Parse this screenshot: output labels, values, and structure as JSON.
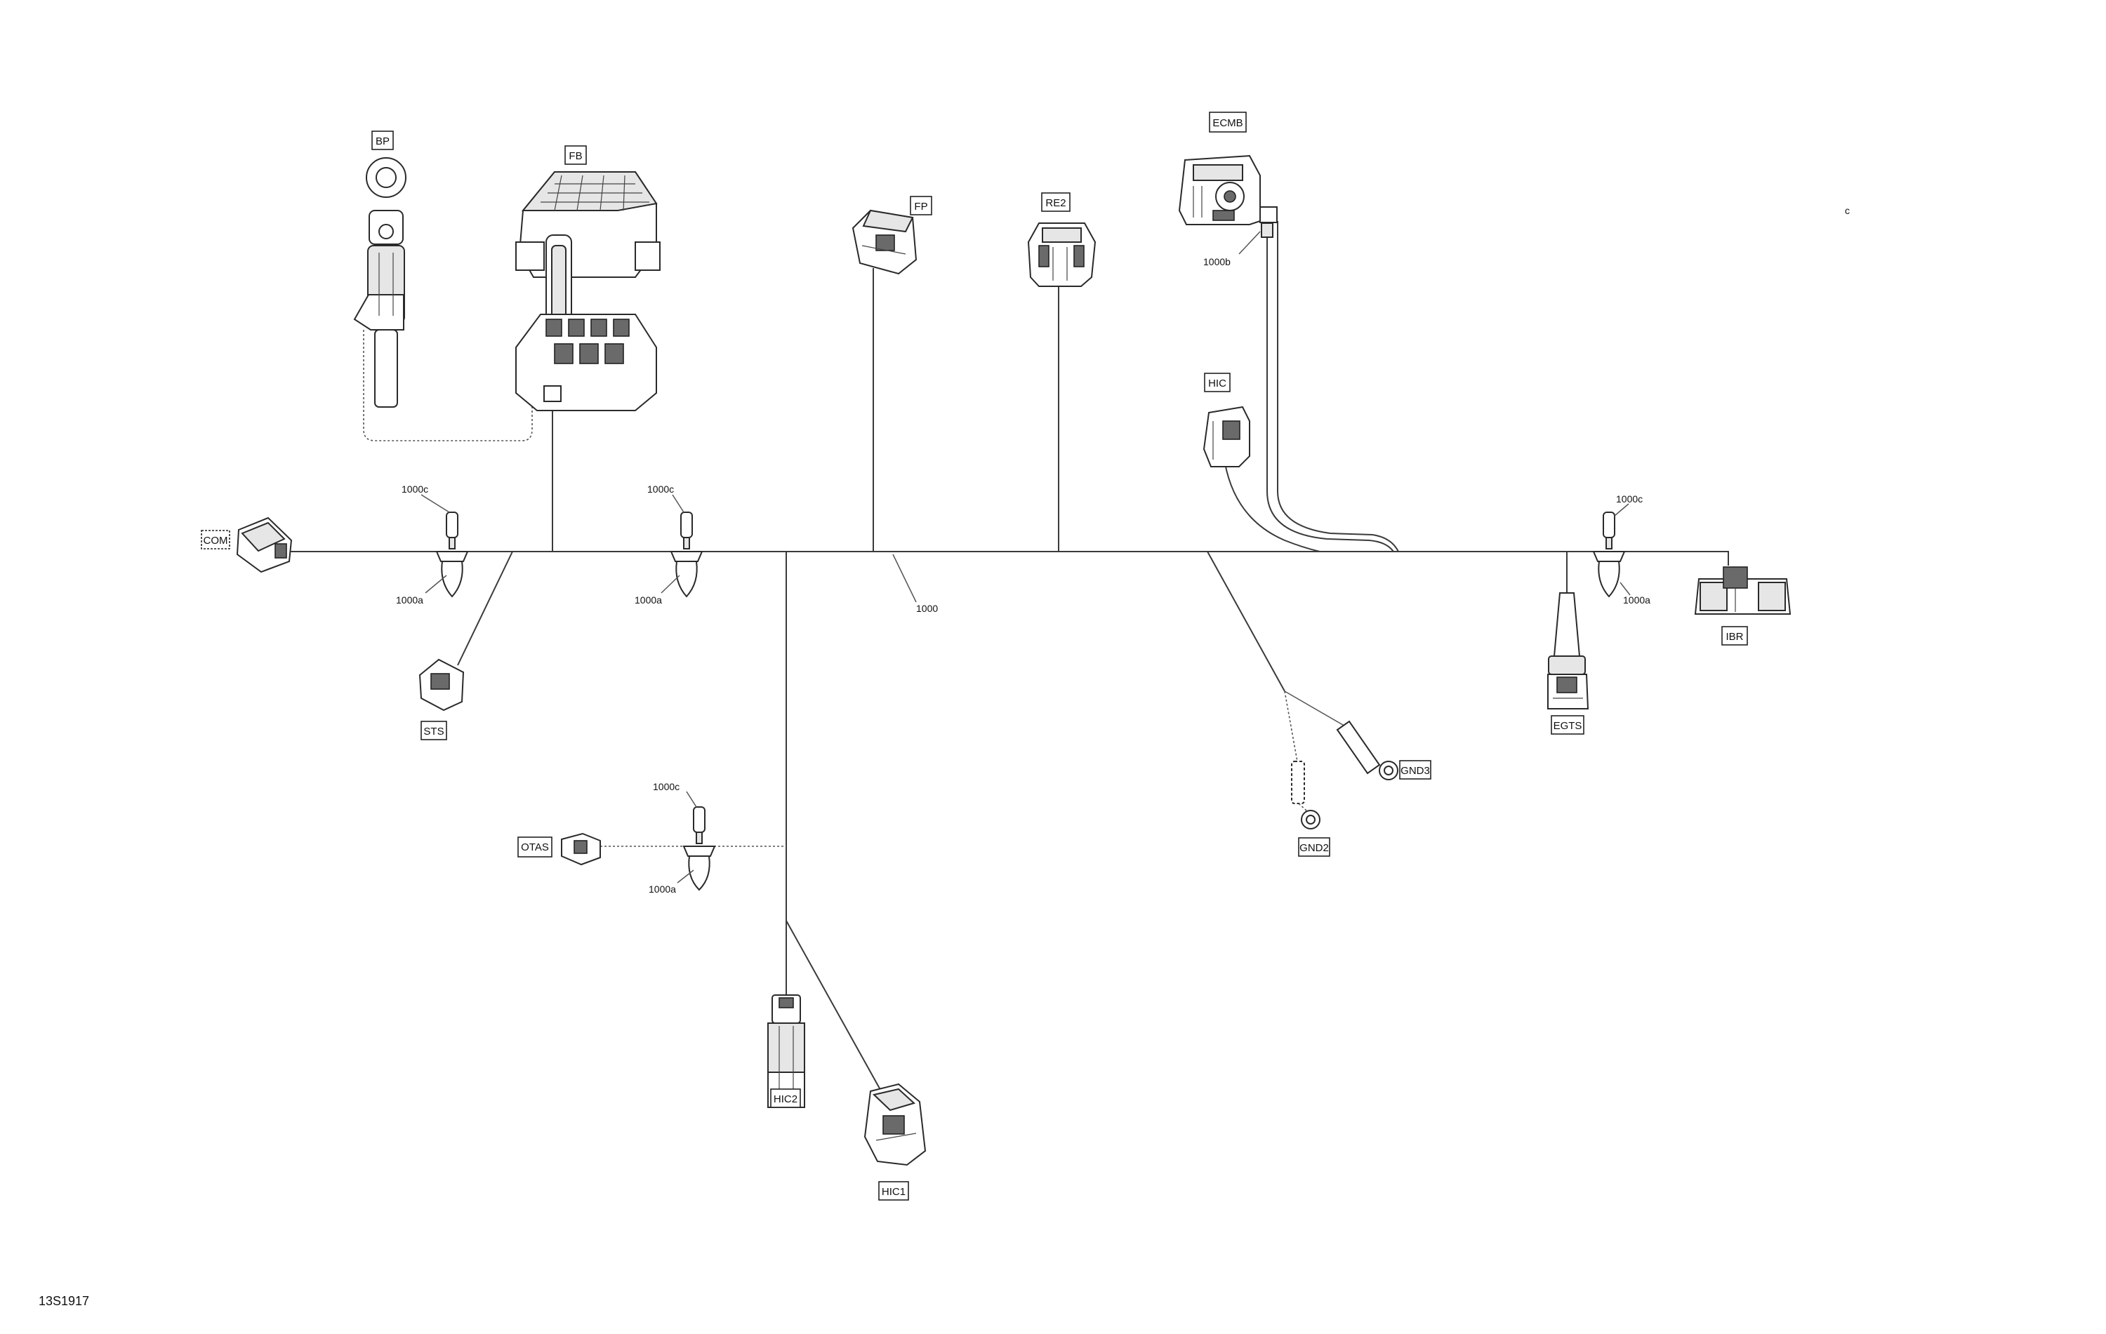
{
  "diagram_code": "13S1917",
  "main_harness_ref": "1000",
  "connectors": {
    "BP": "BP",
    "FB": "FB",
    "FP": "FP",
    "RE2": "RE2",
    "ECMB": "ECMB",
    "HIC": "HIC",
    "COM": "COM",
    "STS": "STS",
    "OTAS": "OTAS",
    "HIC2": "HIC2",
    "HIC1": "HIC1",
    "GND2": "GND2",
    "GND3": "GND3",
    "EGTS": "EGTS",
    "IBR": "IBR"
  },
  "refs": {
    "r1000a": "1000a",
    "r1000b": "1000b",
    "r1000c": "1000c"
  },
  "corner_mark": "c"
}
